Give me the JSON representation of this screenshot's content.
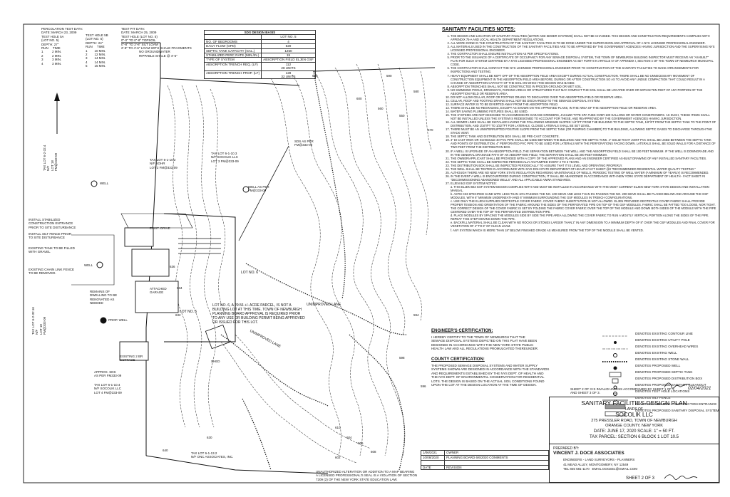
{
  "perc_test": {
    "lines": [
      "PERCOLATION TEST DATA:",
      "DATE: MARCH 23, 2009",
      "TEST HOLE 5A",
      "(LOT NO. 5)",
      "DEPTH: 27\"",
      "RUN     TIME",
      "1          2 MIN.",
      "2          2 MIN.",
      "3          3 MIN.",
      "4          3 MIN."
    ],
    "lines_b": [
      "TEST HOLE 5B",
      "(LOT NO. 5)",
      "DEPTH: 24\"",
      "RUN     TIME",
      "1        10 MIN.",
      "2        12 MIN.",
      "3        14 MIN.",
      "4        14 MIN.",
      "5        15 MIN."
    ]
  },
  "pit_data": {
    "lines": [
      "TEST PIT DATA:",
      "DATE: MARCH 25, 2009",
      "TEST HOLE (LOT NO. 5)",
      "0\"-0\" TO 0\"-8\" TOPSOIL",
      "0\"-8\" TO 2'-8\" SILT LOAM",
      "2'-8\" TO 4'-6\" LOAM WITH SHALE FRAGMENTS",
      "                    NO GROUNDWATER",
      "                    RIPPABLE SHALE @ 4'-6\""
    ]
  },
  "sds_basis": {
    "title": "SDS DESIGN BASIS",
    "header": "LOT NO. 5",
    "rows": [
      [
        "NO. OF BEDROOMS",
        "4"
      ],
      [
        "DAILY FLOW (GPD)",
        "520"
      ],
      [
        "SEPTIC TANK CAPACITY (GAL.)",
        "1250"
      ],
      [
        "STABILIZED PERC RATE (MIN./IN.)",
        "15"
      ],
      [
        "TYPE OF SYSTEM",
        "ABSORPTION FIELD ELJEN GSF"
      ],
      [
        "ABSORPTION TRENCH REQ. (LF)",
        "112\n28 UNITS"
      ],
      [
        "ABSORPTION TRENCH PROP. (LF)",
        "128\n32 UNITS"
      ]
    ]
  },
  "notes": {
    "title": "SANITARY FACILITIES NOTES:",
    "items": [
      "THE DESIGN AND LOCATION OF SANITARY FACILITIES (WATER AND SEWER SYSTEMS) SHALL NOT BE CHANGED. THIS DESIGN AND CONSTRUCTION REQUIREMENTS COMPLIES WITH APPENDIX 75-A AND LOCAL HEALTH DEPARTMENT REGULATIONS.",
      "ALL WORK DONE IN THE CONSTRUCTION OF THE SANITARY FACILITIES IS TO BE DONE UNDER THE SUPERVISION AND APPROVAL OF A NYS LICENSED PROFESSIONAL ENGINEER.",
      "ALL MATERIALS USED IN THE CONSTRUCTION OF THE SANITARY FACILITIES ARE TO BE APPROVED BY THE GOVERNMENT AGENCIES HAVING JURISDICTION AND THE SUPERVISING NYS LICENSED PROFESSIONAL ENGINEER.",
      "THE CONTRACTOR SHALL ENSURE INSTALLATION AS PER SPECIFICATIONS.",
      "PRIOR TO THE ISSUANCE OF A CERTIFICATE OF OCCUPANCY FOR ANY SEWAGE DISPOSAL SYSTEM, THE TOWN OF NEWBURGH BUILDING INSPECTOR MUST RECEIVE AN \"AS-BUILT\" PLAN FOR SUCH SYSTEM CERTIFIED BY A NYS LICENSED PROFESSIONAL ENGINEER AS SET FORTH IN ARTICLE IV OF APPENDIX I, SECTION 4 OF THE TOWN OF NEWBURGH MUNICIPAL CODE.",
      "THE CONTRACTOR SHALL CONTACT THE NYS LICENSED PROFESSIONAL ENGINEER PRIOR TO CONSTRUCTION OF THE SANITARY FACILITIES TO MAKE ARRANGEMENTS FOR INSPECTIONS AND TESTING.",
      "HEAVY EQUIPMENT SHALL BE KEPT OFF OF THE ABSORPTION FIELD AREA EXCEPT DURING ACTUAL CONSTRUCTION. THERE SHALL BE NO UNNECESSARY MOVEMENT OF CONSTRUCTION EQUIPMENT IN THE ABSORPTION FIELD AREA BEFORE, DURING OR AFTER CONSTRUCTION SO AS TO AVOID ANY UNDUE COMPACTION THAT COULD RESULT IN A CHANGE OF ABSORPTION CAPACITY OF THE SOIL ON WHICH THE DESIGN WAS BASED.",
      "ABSORPTION TRENCHES SHALL NOT BE CONSTRUCTED IN FROZEN GROUND OR WET SOIL.",
      "NO SWIMMING POOLS, DRIVEWAYS, PARKING AREAS OR STRUCTURES THAT MAY COMPACT THE SOIL SHALL BE LOCATED OVER OR WITHIN TEN FEET OF ANY PORTION OF THE ABSORPTION FIELD OR RESERVE AREA.",
      "DO NOT ALLOW CELLAR, ROOF OR FOOTING DRAINS TO DISCHARGE OVER THE ABSORPTION FIELD OR RESERVE AREA.",
      "CELLAR, ROOF AND FOOTING DRAINS SHALL NOT BE DISCHARGED TO THE SEWAGE DISPOSAL SYSTEM.",
      "SURFACE WATER IS TO BE DIVERTED AWAY FROM THE ABSORPTION FIELD.",
      "THERE SHALL BE NO REGRADING, EXCEPT AS SHOWN ON THE APPROVED PLANS, IN THE AREA OF THE ABSORPTION FIELD OR RESERVE AREA.",
      "WATER SAVING PLUMBING FIXTURES SHALL BE USED.",
      "THE SYSTEMS ARE NOT DESIGNED TO ACCOMMODATE GARAGE GRINDERS, JACUZZI TYPE SPA TUBS OVER 100 GALLONS OR WATER CONDITIONERS. AS SUCH, THESE ITEMS SHALL NOT BE INSTALLED UNLESS THE SYSTEM IS REDESIGNED TO ACCOUNT FOR THESE, AND REAPPROVED BY THE GOVERNMENT AGENCIES HAVING JURISDICTION.",
      "ALL SEWER LINES SHALL BE INSTALLED HAVING THE FOLLOWING MINIMUM SLOPES: 1/4\"/FT FROM THE BUILDING TO THE SEPTIC TANK, 1/8\"/FT FROM THE SEPTIC TANK TO THE POINT OF DISTRIBUTION, AND 1/16\"/FT TO 1/32\"/FT FOR LATERALS. CLOSED LATERALS SHALL BE SET LEVEL.",
      "THERE MUST BE AN UNINTERRUPTED POSITIVE SLOPE FROM THE SEPTIC TANK (OR PUMPING CHAMBER) TO THE BUILDING, ALLOWING SEPTIC GASES TO DISCHARGE THROUGH THE STACK VENT.",
      "THE SEPTIC TANK AND DISTRIBUTION BOX SHALL BE PRE-CAST CONCRETE.",
      "4\" DI CAST IRON OR SCHEDULE 40 PVC PIPE SHALL BE USED BETWEEN THE BUILDING AND THE SEPTIC TANK. 4\" SOLID TIGHT JOINT PVC SHALL BE USED BETWEEN THE SEPTIC TANK AND POINTS OF DISTRIBUTION. 4\" PERFORATED PVC PIPE TO BE USED FOR LATERALS WITH THE PERFORATIONS FACING DOWN. LATERALS SHALL BE SOLID WALLS FOR A DISTANCE OF TWO FEET FROM THE DISTRIBUTION BOX.",
      "IF A WELL IS UPGRADE OF AN ABSORPTION FIELD, THE SEPARATION BETWEEN THE WELL AND THE ABSORPTION FIELD SHALL BE 100 FEET MINIMUM. IF THE WELL IS DOWNGRADE AND IN THE GENERAL DRAINAGE PATH OF AN ABSORPTION FIELD, THE SEPARATION SHALL BE 200 FEET MINIMUM.",
      "THE OWNER/APPLICANT SHALL BE PROVIDED WITH A COPY OF THE APPROVED PLANS AND AN ENGINEER CERTIFIED AS-BUILT DRAWING OF ANY INSTALLED SANITARY FACILITIES.",
      "THE SEPTIC TANK SHALL BE INSPECTED PERIODICALLY AN PUMPED EVERY 2 TO 3 YEARS.",
      "THE DISTRIBUTION BOX SHALL BE INSPECTED PERIODICALLY TO ASSURE THAT IT IS LEVEL AND OPERATING PROPERLY.",
      "THE WELL SHALL BE TESTED IN ACCORDANCE WITH NYS DOH STATE DEPARTMENT OF HEALTH FACT SHEET @3 \"RECOMMENDED RESIDENTIAL WATER QUALITY TESTING.\"",
      "ALTHOUGH THERE ARE NO NEW YORK STATE REGULATION REGARDING MAINTENANCE OF WELLS, PERIODIC TESTING OF WELL WATER (A MINIMUM OF YEARLY) IS RECOMMENDED.",
      "IN THE EVENT A WELL IS ENCOUNTERED DURING CONSTRUCTION, IT SHALL BE ABANDONED IN ACCORDANCE WITH NEW YORK STATE DEPARTMENT OF HEALTH - FACT SHEET #4 \"DECOMMISSIONING ABANDONED WELLS\" AND ALL APPLICABLE AWWA STANDARDS.",
      "ELJEN 843 GSF SYSTEM NOTES:\na. THIS ELJEN 843 GSF SYSTEM DESIGN COMPLIES WITH AND MUST BE INSTALLED IN ACCORDANCE WITH THE MOST CURRENT ELJEN NEW YORK STATE DESIGN AND INSTALLATION MANUAL.\nb. ASTM C33 SPECIFIED SAND WITH LESS THAN 10% PASSING THE NO. 100 SIEVE AND LESS THAN 5% PASSING THE NO. 200 SIEVE SHALL BE PLACED BELOW AND AROUND THE GSF MODULES, WITH 6\" MINIMUM UNDERNEATH AND 6\" MINIMUM SURROUNDING THE GSF MODULES IN TRENCH CONFIGURATIONS.\nc. USE ONLY THE ELJEN SUPPLIED GEOTEXTILE COVER FABRIC. COVER FABRIC SUBSTITUTION IS NOT ALLOWED. ELJEN PROVIDED GEOTEXTILE COVER FABRIC SHALL PROVIDE PROPER TENSION AND ORIENTATION OF THE FABRIC AROUND THE SIDES OF THE PERFORATED PIPE ON TOP OF THE GSF MODULES. FABRIC SHALL BE PATTED TOO LOOSE, NOR TIGHT. THE CORRECT DESIGN OF THE COVER FABRIC IS SET BY FOLDING THE FABRIC COVER FABRIC OVER THE TOP OF THE MODULE AND DOWN BOTH SIDES OF THE MODULE WITH THE PIPE CENTERED OVER THE TOP OF THE PERFORATED DISTRIBUTION PIPE.\nd. PLACE MODULES BY SPACING THE MODULES SIDE BY SIDE THE PIPE AREA ALLOWING THE COVER FABRIC TO RUN A MOSTLY VERTICAL PORTION ALONG THE SIDES OF THE PIPE. REPEAT THIS STEP MOVING DOWN THE PIPE.\ne. BACKFILL MATERIAL SHALL BE CLEAN WITH NO ROCKS OR STONES LARGER THAN 2\" IN ANY DIMENSION TO A MINIMUM DEPTH OF 8\" OVER THE GSF MODULES AND FINAL COVER FOR VEGETATION OF 4\" TO 6\" OF CLEAN LOAM.\nf. ANY SYSTEM WHICH IS MORE THAN 18\" BELOW FINISHED GRADE AS MEASURED FROM THE TOP OF THE MODULE SHALL BE VENTED."
    ]
  },
  "legend": [
    {
      "sym": "contour",
      "label": "DENOTES EXISTING CONTOUR LINE"
    },
    {
      "sym": "pole",
      "label": "DENOTES EXISTING UTILITY POLE"
    },
    {
      "sym": "overhead",
      "label": "DENOTES EXISTING OVERHEAD WIRES"
    },
    {
      "sym": "ex-well",
      "label": "DENOTES EXISTING WELL"
    },
    {
      "sym": "stonewall",
      "label": "DENOTES EXISTING STONE WALL"
    },
    {
      "sym": "prop-well",
      "label": "DENOTES PROPOSED WELL"
    },
    {
      "sym": "septic",
      "label": "DENOTES PROPOSED SEPTIC TANK"
    },
    {
      "sym": "dbox",
      "label": "DENOTES PROPOSED DISTRIBUTION BOX"
    },
    {
      "sym": "cleanout",
      "label": "DENOTES PROPOSED SANITARY CLEANOUT"
    },
    {
      "sym": "testhole",
      "label": "DENOTES TEST HOLE LOCATIONS"
    },
    {
      "sym": "silt",
      "label": "DENOTES SILT FENCE"
    },
    {
      "sym": "entrance",
      "label": "DENOTES STABILIZED CONSTRUCTION ENTRANCE"
    },
    {
      "sym": "disposal",
      "label": "DENOTES PROPOSED SANITARY DISPOSAL SYSTEM"
    }
  ],
  "engineer_cert": {
    "title": "ENGINEER'S CERTIFICATION:",
    "text": "I HEREBY CERTIFY TO THE TOWN OF NEWBURGH THAT THE\nSEWAGE DISPOSAL SYSTEMS DEPICTED ON THIS PLAT HAVE BEEN\nDESIGNED IN ACCORDANCE WITH THE NEW YORK STATE PUBLIC\nHEALTH LAW AND ALL REGULATIONS PROMULGATED THEREUNDER."
  },
  "county_cert": {
    "title": "COUNTY CERTIFICATION:",
    "text": "THE PROPOSED SEWAGE DISPOSAL SYSTEMS AND WATER SUPPLY\nSYSTEMS SHOWN ARE DESIGNED IN ACCORDANCE WITH THE STANDARDS\nAND REQUIREMENTS ESTABLISHED BY THE NYS DEPT. OF HEALTH AND\nTHE NYS DEPT. OF ENVIRONMENTAL CONSERVATION FOR RESIDENTIAL\nLOTS. THE DESIGN IS BASED ON THE ACTUAL SOIL CONDITIONS FOUND\nUPON THE LOT AT THE DESIGN LOCATION AT THE TIME OF DESIGN."
  },
  "sheet_note": "SHEET 2 OF 3 IS INVALID UNLESS ACCOMPANIED BY SHEET 1 OF 3\nAND SHEET 3 OF 3.",
  "signature_date": "02/04/2021",
  "title_block": {
    "plan_title": "SANITARY FACILITIES DESIGN PLAN",
    "lands_of": "LANDS OF",
    "owner": "SOCOLIK LLC",
    "address": "275 PRESSLER ROAD, TOWN OF NEWBURGH",
    "county": "ORANGE COUNTY, NEW YORK",
    "date_scale": "DATE: JUNE 17, 2020 SCALE: 1\" = 50 FT.",
    "tax_parcel": "TAX PARCEL: SECTION 6 BLOCK 1 LOT 10.5",
    "prepared_by": "PREPARED BY:",
    "firm": "VINCENT J. DOCE ASSOCIATES",
    "firm_sub": "ENGINEERS - LAND SURVEYORS - PLANNERS",
    "firm_addr": "41 MEAD ALLEY, MONTGOMERY, NY 12549",
    "firm_tel": "TEL 845 581-1170   EMAIL DOCEE1@GMAIL.COM",
    "sheet": "SHEET 2 OF 3"
  },
  "revisions": {
    "rows": [
      [
        "1/06/2021",
        "OWNER"
      ],
      [
        "10/08/2020",
        "PLANNING BOARD 6/6/2020 COMMENTS"
      ],
      [
        "",
        ""
      ]
    ],
    "header": [
      "DATE",
      "REVISION"
    ]
  },
  "unauthorized_note": "UNAUTHORIZED ALTERATION OR ADDITION TO A MAP BEARING\nA LICENSED PROFESSIONAL'S SEAL IS A VIOLATION OF SECTION\n7209 (2) OF THE NEW YORK STATE EDUCATION LAW.",
  "plan_labels": {
    "lot_note": "LOT NO. 6, A 29.56 +/- ACRE PARCEL, IS NOT A\nBUILDING LOT AT THIS TIME. TOWN OF NEWBURGH\nPLANNING BOARD APPROVAL IS REQUIRED PRIOR\nTO ANY USE OR BUILDING PERMIT BEING APPROVED\nOR ISSUED FOR THIS LOT.",
    "lot_no_6": "LOT NO. 6",
    "lot_no_5": "LOT NO. 5",
    "tax_lot_1": "TAX LOT 6-1-10.2\nN/F SOHR\nLOT 2 FM@333-09",
    "tax_lot_2": "TAX LOT 6-1-10.3\nN/F SOCOLIK LLC\nLOT 3 FM@333-09",
    "tax_lot_3": "TAX LOT 6-1-10.4\nN/F SOCOLIK LLC\nLOT 4 FM@333-09",
    "tax_lot_4": "TAX LOT 6-1-13.2\nN/F ONC ASSOCIATES, INC.",
    "tax_lot_left1": "TAX LOT 6-2-32.4\nN/F\nLOT 18\nFM@333-09",
    "tax_lot_left2": "TAX LOT 6-2-32.16\nN/F\nLOT 18\nFM@333-09",
    "sds_as_per": "SDS AS PER\nFM@333-09",
    "well_as_per": "WELL AS PER\nFM@333-09",
    "install_entrance": "INSTALL STABILIZED\nCONSTRUCTION ENTRANCE\nPRIOR TO SITE DISTURBANCE",
    "install_silt": "INSTALL SILT FENCE PRIOR\nTO SITE DISTURBANCE",
    "existing_tank": "EXISTING TANK TO BE FILLED\nWITH GRAVEL",
    "existing_fence": "EXISTING CHAIN LINK FENCE\nTO BE REMOVED.",
    "exist_drive": "EXIST. DRIVE",
    "attached_garage": "ATTACHED\nGARAGE",
    "remains_dwelling": "REMAINS OF\nDWELLING TO BE\nRENOVATED AS\nNEEDED",
    "existing_cottage": "EXISTING 2 BR\nCOTTAGE",
    "unimproved_lane": "UNIMPROVED LANE",
    "unimproved_lane2": "UNIMPROVED LANE",
    "prop_well": "PROP. WELL",
    "well": "WELL",
    "shed": "SHED",
    "approx_sds": "APPROX. SDS\nAS PER FM333-09",
    "elev_labels": [
      "620",
      "600",
      "590",
      "580",
      "570",
      "560",
      "550",
      "640",
      "630",
      "610",
      "636",
      "634",
      "632",
      "608",
      "606",
      "604",
      "602",
      "598",
      "596",
      "594"
    ]
  }
}
